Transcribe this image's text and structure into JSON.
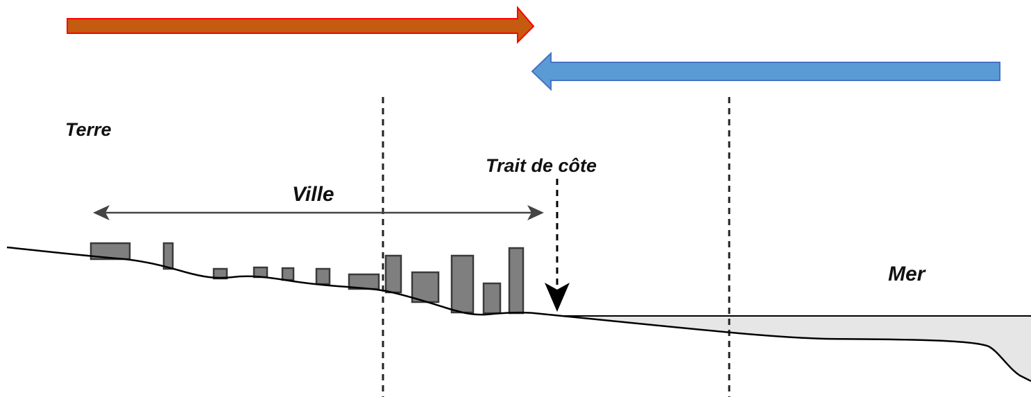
{
  "labels": {
    "land": "Terre",
    "city": "Ville",
    "coastline": "Trait de côte",
    "sea": "Mer"
  },
  "colors": {
    "land_arrow_fill": "#c55a11",
    "land_arrow_stroke": "#ff0000",
    "sea_arrow_fill": "#5b9bd5",
    "sea_arrow_stroke": "#4472c4",
    "building_fill": "#7f7f7f",
    "building_stroke": "#3a3a3a",
    "water_fill": "#e6e6e6",
    "line": "#000000"
  },
  "icons": {
    "coastline_pointer": "arrow-down-icon",
    "city_extent": "double-arrow-icon"
  }
}
